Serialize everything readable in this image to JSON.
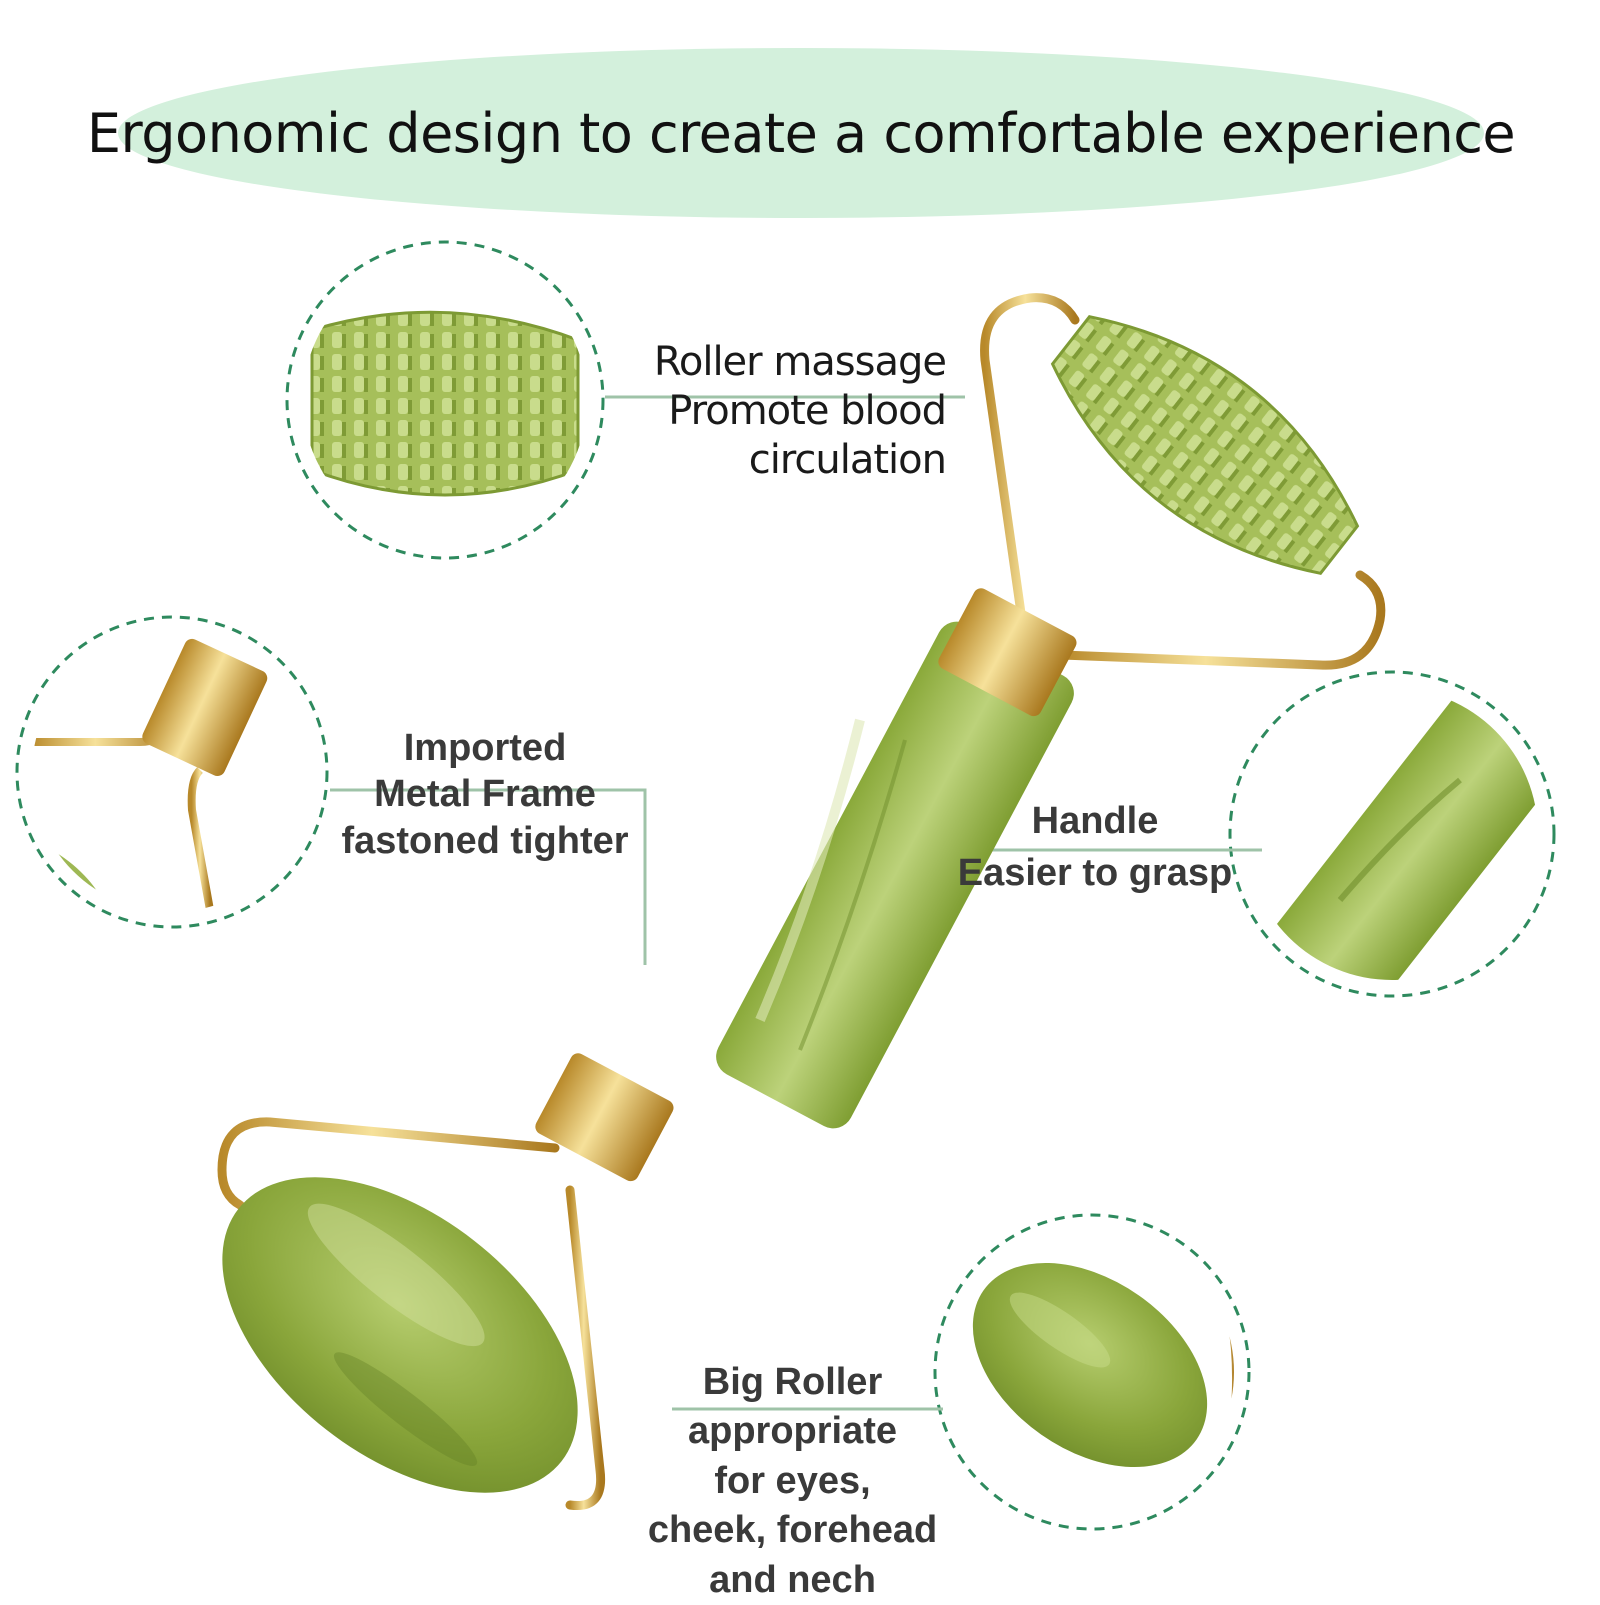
{
  "headline": "Ergonomic design to create a comfortable experience",
  "callouts": {
    "roller_massage": [
      "Roller massage",
      "Promote blood",
      "circulation"
    ],
    "metal_frame": [
      "Imported",
      "Metal Frame",
      "fastoned tighter"
    ],
    "handle": [
      "Handle",
      "Easier to grasp"
    ],
    "big_roller": [
      "Big Roller",
      "appropriate",
      "for eyes,",
      "cheek, forehead",
      "and nech"
    ]
  },
  "colors": {
    "banner": "#d3f0dc",
    "jade": "#8fae3e",
    "gold": "#d4a832",
    "callout_line": "#9fc3a8",
    "dashed_ring": "#2e8a5e"
  }
}
